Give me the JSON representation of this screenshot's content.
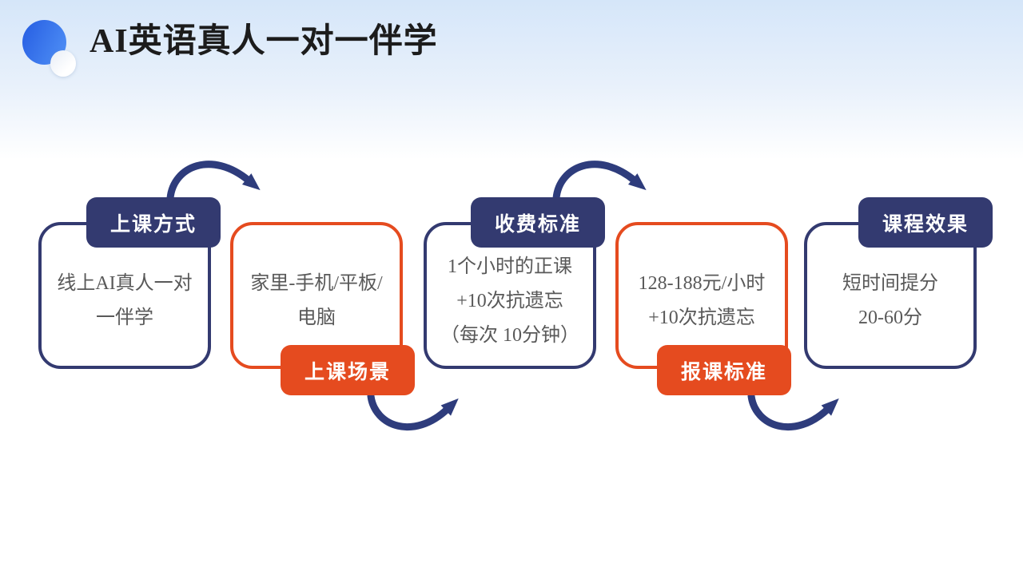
{
  "slide": {
    "title": "AI英语真人一对一伴学"
  },
  "colors": {
    "navy": "#333a70",
    "navy_arrow": "#2e3c7c",
    "orange": "#e54b1f",
    "text_gray": "#595959",
    "title_color": "#1c1c1c",
    "bg_top": "#d5e6f9",
    "logo_blue_dark": "#2a62e4",
    "logo_blue_light": "#4c8cf4"
  },
  "boxes": [
    {
      "badge": "上课方式",
      "badge_color": "navy",
      "badge_position": "top",
      "lines": [
        "线上AI真人一对",
        "一伴学"
      ]
    },
    {
      "badge": "上课场景",
      "badge_color": "orange",
      "badge_position": "bottom",
      "lines": [
        "家里-手机/平板/",
        "电脑"
      ]
    },
    {
      "badge": "收费标准",
      "badge_color": "navy",
      "badge_position": "top",
      "lines": [
        "1个小时的正课",
        "+10次抗遗忘",
        "（每次 10分钟）"
      ]
    },
    {
      "badge": "报课标准",
      "badge_color": "orange",
      "badge_position": "bottom",
      "lines": [
        "128-188元/小时",
        "+10次抗遗忘"
      ]
    },
    {
      "badge": "课程效果",
      "badge_color": "navy",
      "badge_position": "top",
      "lines": [
        "短时间提分",
        "20-60分"
      ]
    }
  ]
}
